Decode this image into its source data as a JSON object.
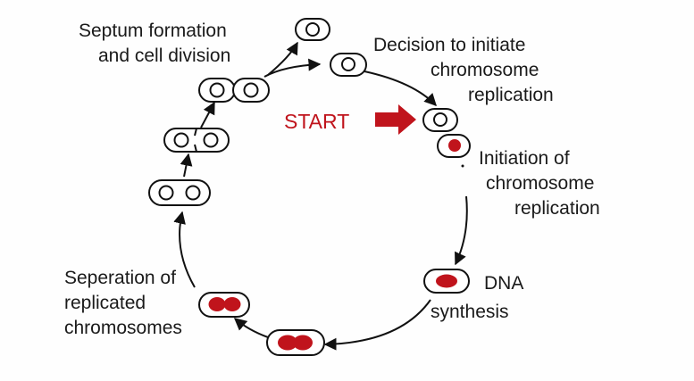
{
  "colors": {
    "chromosome_red": "#c0141c",
    "outline": "#111111",
    "text": "#1a1a1a",
    "background": "#fefefe"
  },
  "labels": {
    "septum_line1": "Septum formation",
    "septum_line2": "and cell division",
    "decision_line1": "Decision to initiate",
    "decision_line2": "chromosome",
    "decision_line3": "replication",
    "start": "START",
    "initiation_line1": "Initiation of",
    "initiation_line2": "chromosome",
    "initiation_line3": "replication",
    "dna_line1": "DNA",
    "dna_line2": "synthesis",
    "separation_line1": "Seperation of",
    "separation_line2": "replicated",
    "separation_line3": "chromosomes"
  }
}
